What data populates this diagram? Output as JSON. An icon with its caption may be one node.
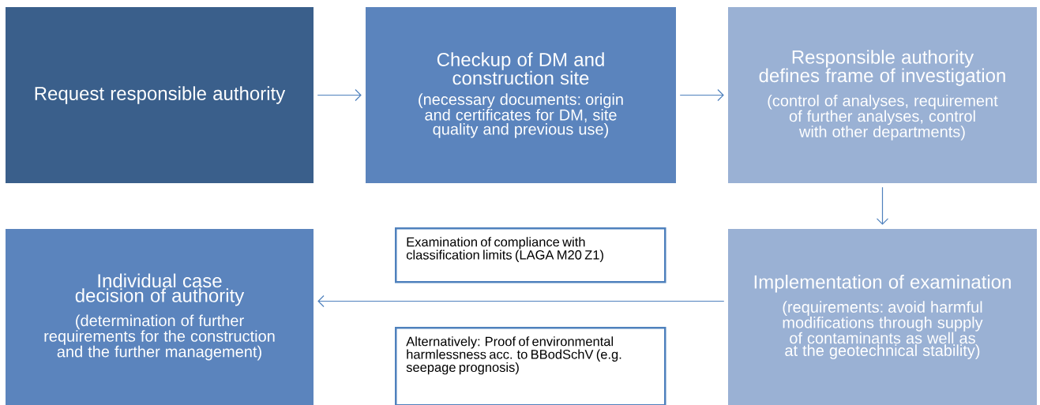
{
  "diagram": {
    "nodes": [
      {
        "text": [
          "Request responsible authority"
        ]
      },
      {
        "text": [
          "Checkup of DM and construction site",
          "(necessary documents: origin and certificates for DM, site quality and previous use)"
        ]
      },
      {
        "text": [
          "Responsible authority defines frame of investigation",
          "(control of analyses, requirement of further analyses, control with other departments)"
        ]
      },
      {
        "text": [
          "Individual case decision of authority",
          "(determination of further requirements for the construction and the further management)"
        ]
      },
      {
        "text": [
          "Implementation of examination",
          "(requirements: avoid harmful modifications through supply of contaminants as well as at the geotechnical stability)"
        ]
      },
      {
        "text": [
          "Examination of compliance with classification limits (LAGA M20 Z1)"
        ]
      },
      {
        "text": [
          "Alternatively:  Proof of environmental harmlessness acc. to BBodSchV (e.g. seepage prognosis)"
        ]
      }
    ],
    "edges": [
      {
        "from": 0,
        "to": 1,
        "arrow": "to"
      },
      {
        "from": 1,
        "to": 2,
        "arrow": "to"
      },
      {
        "from": 2,
        "to": 4,
        "arrow": "to"
      },
      {
        "from": 4,
        "to": 3,
        "arrow": "to"
      }
    ]
  }
}
